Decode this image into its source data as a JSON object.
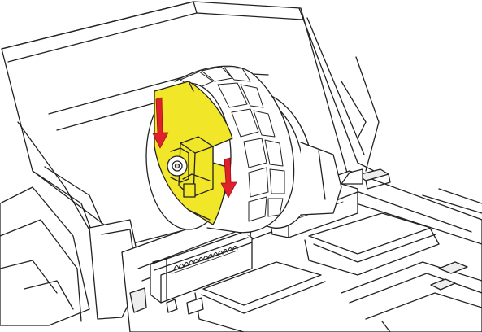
{
  "colors": {
    "outline": "#222222",
    "fill": "#ffffff",
    "shade": "#eeeeee",
    "shade_dark": "#d6d6d6",
    "holder": "#f2e628",
    "arrow": "#e0202a"
  },
  "parts": {
    "lid": "lid-panel",
    "roll": "label-roll",
    "holder": "yellow-roll-holder",
    "spring_guide": "spring-guide",
    "print_head": "print-head",
    "arrows": "push-down-arrows"
  }
}
